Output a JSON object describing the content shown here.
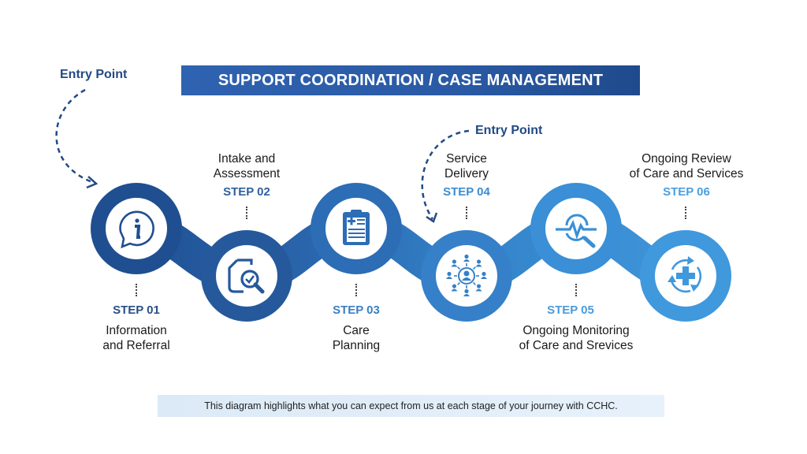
{
  "title": "SUPPORT COORDINATION / CASE MANAGEMENT",
  "entry_points": [
    {
      "label": "Entry Point",
      "target_step": "STEP 01"
    },
    {
      "label": "Entry Point",
      "target_step": "STEP 04"
    }
  ],
  "steps": [
    {
      "step": "STEP 01",
      "label_line1": "Information",
      "label_line2": "and Referral",
      "icon": "info-chat-icon",
      "color": "#1f4f91"
    },
    {
      "step": "STEP 02",
      "label_line1": "Intake and",
      "label_line2": "Assessment",
      "icon": "document-search-check-icon",
      "color": "#25599c"
    },
    {
      "step": "STEP 03",
      "label_line1": "Care",
      "label_line2": "Planning",
      "icon": "medical-clipboard-icon",
      "color": "#2c6db5"
    },
    {
      "step": "STEP 04",
      "label_line1": "Service",
      "label_line2": "Delivery",
      "icon": "people-network-icon",
      "color": "#3580c8"
    },
    {
      "step": "STEP 05",
      "label_line1": "Ongoing Monitoring",
      "label_line2": "of Care and Srevices",
      "icon": "pulse-magnifier-icon",
      "color": "#3a8fd6"
    },
    {
      "step": "STEP 06",
      "label_line1": "Ongoing Review",
      "label_line2": "of Care and Services",
      "icon": "cycle-medical-cross-icon",
      "color": "#4098dd"
    }
  ],
  "step_text_colors": [
    "#2a4f86",
    "#2e5f9e",
    "#3d7fc2",
    "#3d8cd2",
    "#4a9bdc",
    "#4a9fe0"
  ],
  "footer_text": "This diagram highlights what you can expect from us at each stage of your journey with CCHC."
}
